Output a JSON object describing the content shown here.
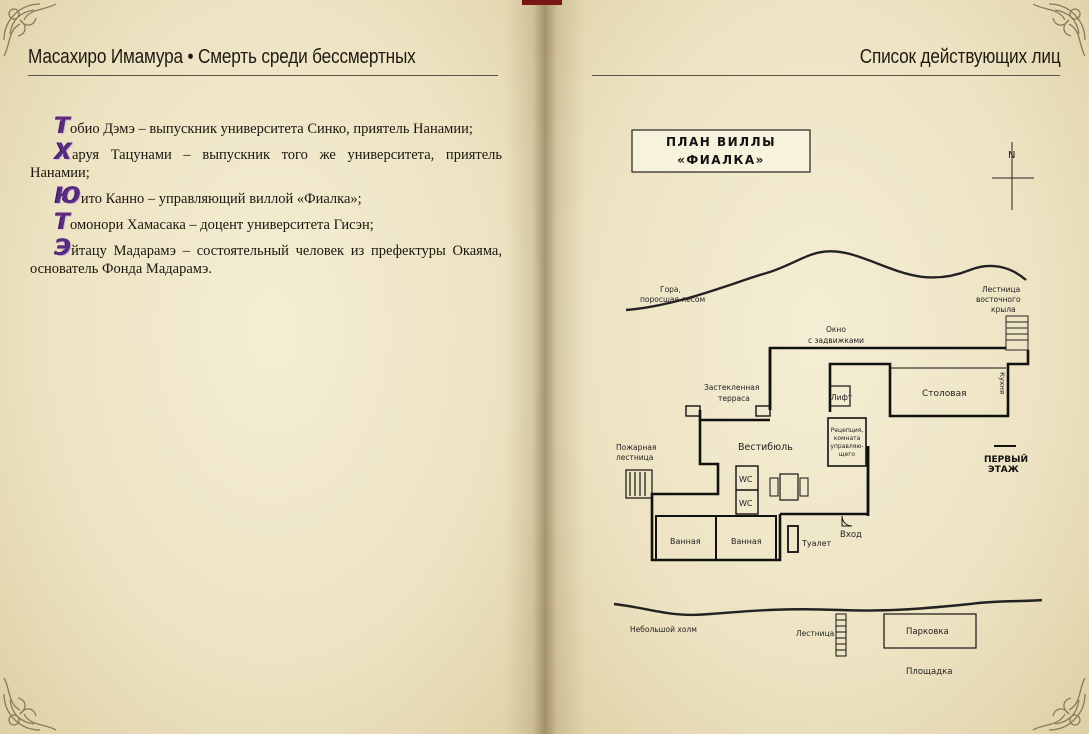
{
  "header": {
    "author_title": "Масахиро Имамура • Смерть среди бессмертных",
    "section_title": "Список действующих лиц"
  },
  "characters": [
    {
      "initial": "Т",
      "rest": "обио Дэмэ – выпускник университета Синко, приятель Нанамии;"
    },
    {
      "initial": "Х",
      "rest": "аруя Тацунами – выпускник того же университета, приятель Нанамии;"
    },
    {
      "initial": "Ю",
      "rest": "ито Канно – управляющий виллой «Фиалка»;"
    },
    {
      "initial": "Т",
      "rest": "омонори Хамасака – доцент университета Гисэн;"
    },
    {
      "initial": "Э",
      "rest": "йтацу Мадарамэ – состоятельный человек из префектуры Окаяма, основатель Фонда Мадарамэ."
    }
  ],
  "floor_plan": {
    "title_line1": "ПЛАН ВИЛЛЫ",
    "title_line2": "«ФИАЛКА»",
    "north_mark": "N",
    "floor_label_1": "ПЕРВЫЙ",
    "floor_label_2": "ЭТАЖ",
    "labels": {
      "mountain_1": "Гора,",
      "mountain_2": "поросшая лесом",
      "east_stairs_1": "Лестница",
      "east_stairs_2": "восточного",
      "east_stairs_3": "крыла",
      "window_1": "Окно",
      "window_2": "с задвижками",
      "terrace_1": "Застекленная",
      "terrace_2": "терраса",
      "dining": "Столовая",
      "kitchen": "Кухня",
      "elevator": "Лифт",
      "reception_1": "Рецепция,",
      "reception_2": "комната",
      "reception_3": "управляю-",
      "reception_4": "щего",
      "lobby": "Вестибюль",
      "fire_stairs_1": "Пожарная",
      "fire_stairs_2": "лестница",
      "wc": "WC",
      "bath": "Ванная",
      "toilet": "Туалет",
      "entrance": "Вход",
      "hill": "Небольшой холм",
      "stairs": "Лестница",
      "parking": "Парковка",
      "square": "Площадка"
    }
  }
}
